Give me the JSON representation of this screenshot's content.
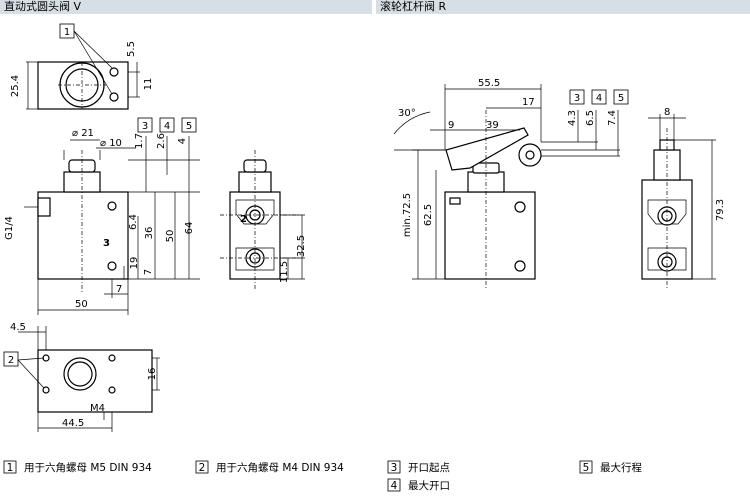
{
  "headings": {
    "left_title": "直动式圆头阀 V",
    "right_title": "滚轮杠杆阀 R"
  },
  "callouts": {
    "c1": "1",
    "c2": "2",
    "c3": "3",
    "c4": "4",
    "c5": "5"
  },
  "dims_left": {
    "d25_4": "25.4",
    "d5_5": "5.5",
    "d11": "11",
    "phi21": "⌀ 21",
    "phi10": "⌀ 10",
    "d1_7": "1.7",
    "d2_6": "2.6",
    "d4": "4",
    "g14": "G1/4",
    "port3": "3",
    "d6_4": "6.4",
    "d36": "36",
    "d50": "50",
    "d64": "64",
    "d19": "19",
    "d7a": "7",
    "d7b": "7",
    "d50w": "50",
    "d32_5": "32.5",
    "d11_5": "11.5",
    "port2": "2",
    "d4_5": "4.5",
    "d16": "16",
    "m4": "M4",
    "d44_5": "44.5"
  },
  "dims_right": {
    "d55_5": "55.5",
    "d17": "17",
    "d30": "30°",
    "d9": "9",
    "d39": "39",
    "d4_3": "4.3",
    "d6_5": "6.5",
    "d7_4": "7.4",
    "min72_5": "min.72.5",
    "d62_5": "62.5",
    "d8": "8",
    "d79_3": "79.3"
  },
  "legend": [
    {
      "num": "1",
      "text": "用于六角螺母 M5 DIN 934"
    },
    {
      "num": "2",
      "text": "用于六角螺母 M4 DIN 934"
    },
    {
      "num": "3",
      "text": "开口起点"
    },
    {
      "num": "4",
      "text": "最大开口"
    },
    {
      "num": "5",
      "text": "最大行程"
    }
  ]
}
